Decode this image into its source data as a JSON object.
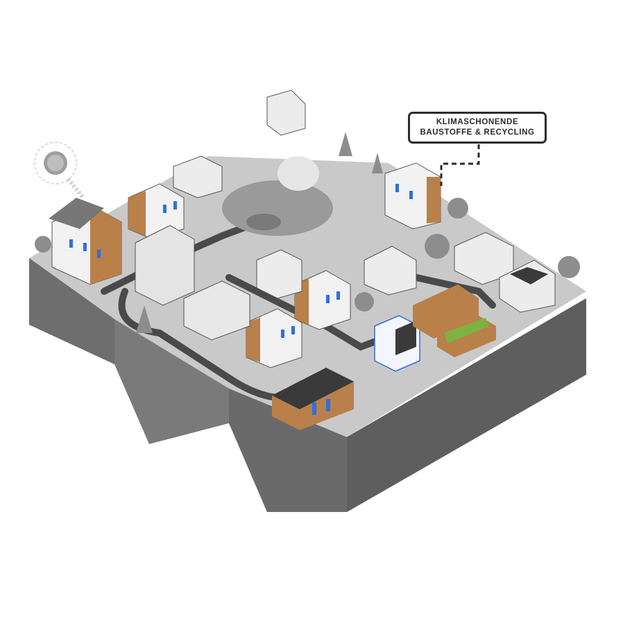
{
  "callout": {
    "line1": "KLIMASCHONENDE",
    "line2": "BAUSTOFFE & RECYCLING"
  },
  "colors": {
    "cliff_dark": "#6e6e6e",
    "cliff_mid": "#8a8a8a",
    "ground": "#bdbdbd",
    "road": "#4a4a4a",
    "wood": "#b9804a",
    "window_blue": "#2f6fe0",
    "solar": "#3a3a3a",
    "grass": "#7cb342"
  },
  "icons": [
    "sun-icon",
    "callout-leader-line"
  ]
}
